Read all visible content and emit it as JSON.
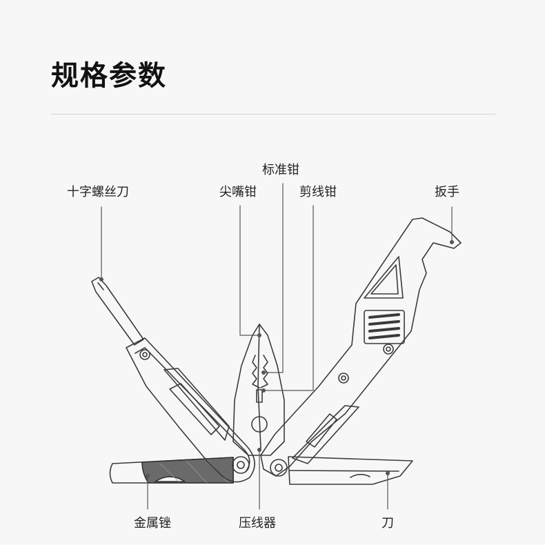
{
  "header": {
    "title": "规格参数"
  },
  "labels": {
    "phillips": "十字螺丝刀",
    "needle_nose": "尖嘴钳",
    "standard_pliers": "标准钳",
    "wire_cutter": "剪线钳",
    "wrench": "扳手",
    "file": "金属锉",
    "crimper": "压线器",
    "knife": "刀"
  },
  "colors": {
    "background": "#f7f7f7",
    "line": "#3a3a3a",
    "text": "#222222"
  }
}
